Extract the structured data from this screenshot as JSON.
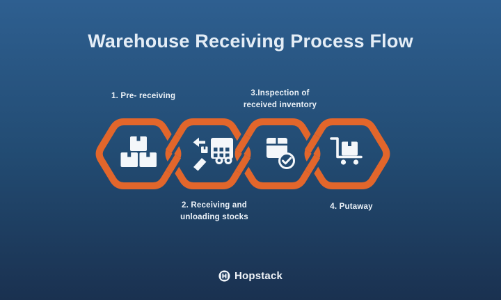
{
  "title": "Warehouse Receiving Process Flow",
  "steps": [
    {
      "name": "pre-receiving",
      "label_lines": [
        "1. Pre- receiving"
      ],
      "icon": "stacked-boxes-icon"
    },
    {
      "name": "receiving-and-unloading",
      "label_lines": [
        "2. Receiving and",
        "unloading stocks"
      ],
      "icon": "truck-unloading-icon"
    },
    {
      "name": "inspection-of-received-inventory",
      "label_lines": [
        "3.Inspection of",
        "received inventory"
      ],
      "icon": "box-checkmark-icon"
    },
    {
      "name": "putaway",
      "label_lines": [
        "4. Putaway"
      ],
      "icon": "hand-truck-icon"
    }
  ],
  "footer": {
    "logo_text": "Hopstack",
    "logo_icon": "hopstack-logo-icon"
  },
  "colors": {
    "accent_orange": "#e2662b",
    "background_top": "#2e5f90",
    "background_mid": "#224b72",
    "background_bottom": "#1a3150",
    "icon_white": "#f4f7fa",
    "title_text": "#e4edf6"
  }
}
